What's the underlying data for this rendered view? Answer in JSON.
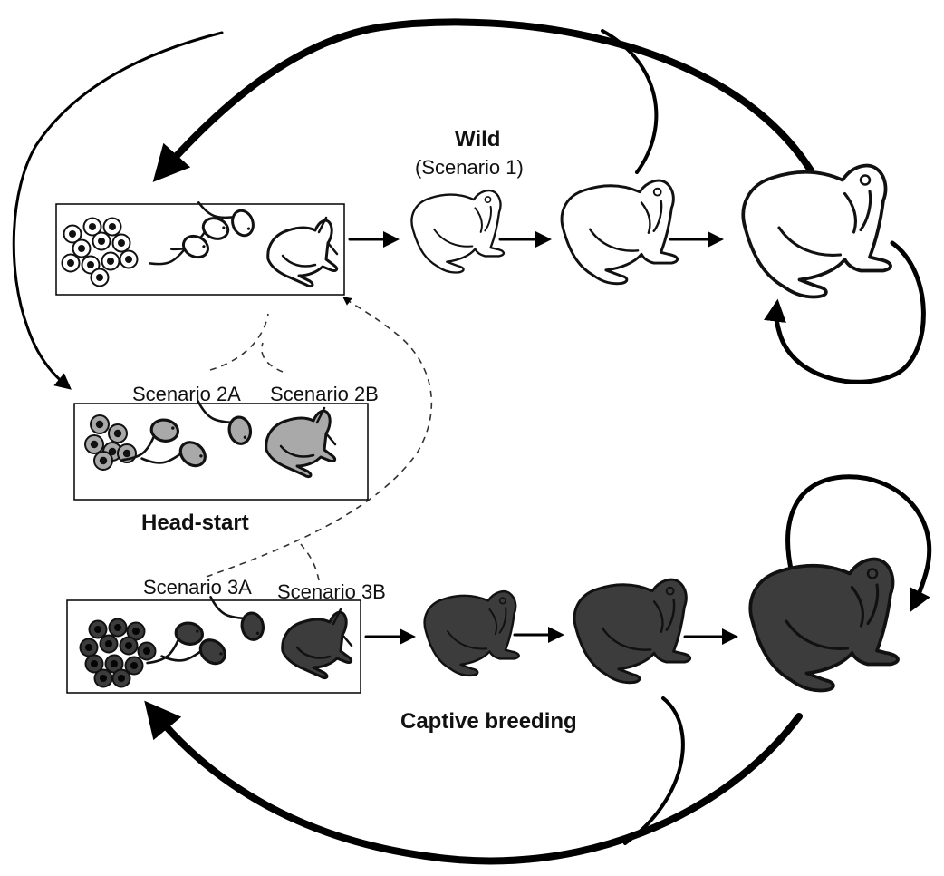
{
  "labels": {
    "wild_title": "Wild",
    "wild_subtitle": "(Scenario 1)",
    "scenario_2a": "Scenario 2A",
    "scenario_2b": "Scenario 2B",
    "head_start": "Head-start",
    "scenario_3a": "Scenario 3A",
    "scenario_3b": "Scenario 3B",
    "captive_breeding": "Captive breeding"
  },
  "colors": {
    "wild_fill": "#ffffff",
    "headstart_fill": "#a9a9a9",
    "captive_fill": "#3c3c3c",
    "line": "#111111"
  },
  "icons": [
    "egg-cluster-icon",
    "tadpole-icon",
    "froglet-icon",
    "juvenile-frog-icon",
    "subadult-frog-icon",
    "adult-frog-icon"
  ]
}
